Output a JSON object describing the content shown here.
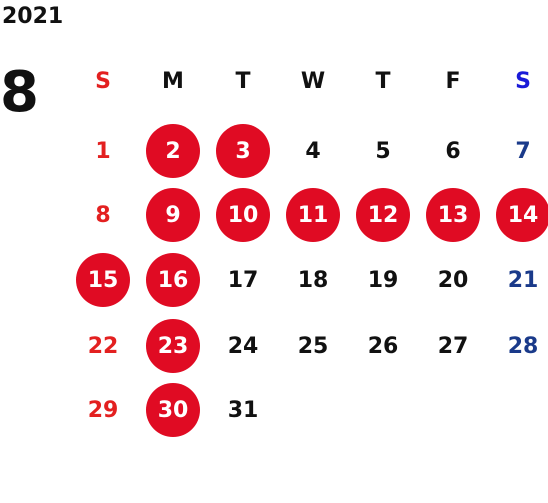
{
  "year": "2021",
  "month": "8",
  "weekdays": [
    {
      "label": "S",
      "color": "#e32020"
    },
    {
      "label": "M",
      "color": "#111111"
    },
    {
      "label": "T",
      "color": "#111111"
    },
    {
      "label": "W",
      "color": "#111111"
    },
    {
      "label": "T",
      "color": "#111111"
    },
    {
      "label": "F",
      "color": "#111111"
    },
    {
      "label": "S",
      "color": "#1a1ad8"
    }
  ],
  "colors": {
    "holiday_fill": "#e00b23",
    "sunday_text": "#e32020",
    "saturday_text": "#1a3a8a",
    "weekday_text": "#111111"
  },
  "weeks": [
    [
      {
        "day": "1",
        "highlighted": false
      },
      {
        "day": "2",
        "highlighted": true
      },
      {
        "day": "3",
        "highlighted": true
      },
      {
        "day": "4",
        "highlighted": false
      },
      {
        "day": "5",
        "highlighted": false
      },
      {
        "day": "6",
        "highlighted": false
      },
      {
        "day": "7",
        "highlighted": false
      }
    ],
    [
      {
        "day": "8",
        "highlighted": false
      },
      {
        "day": "9",
        "highlighted": true
      },
      {
        "day": "10",
        "highlighted": true
      },
      {
        "day": "11",
        "highlighted": true
      },
      {
        "day": "12",
        "highlighted": true
      },
      {
        "day": "13",
        "highlighted": true
      },
      {
        "day": "14",
        "highlighted": true
      }
    ],
    [
      {
        "day": "15",
        "highlighted": true
      },
      {
        "day": "16",
        "highlighted": true
      },
      {
        "day": "17",
        "highlighted": false
      },
      {
        "day": "18",
        "highlighted": false
      },
      {
        "day": "19",
        "highlighted": false
      },
      {
        "day": "20",
        "highlighted": false
      },
      {
        "day": "21",
        "highlighted": false
      }
    ],
    [
      {
        "day": "22",
        "highlighted": false
      },
      {
        "day": "23",
        "highlighted": true
      },
      {
        "day": "24",
        "highlighted": false
      },
      {
        "day": "25",
        "highlighted": false
      },
      {
        "day": "26",
        "highlighted": false
      },
      {
        "day": "27",
        "highlighted": false
      },
      {
        "day": "28",
        "highlighted": false
      }
    ],
    [
      {
        "day": "29",
        "highlighted": false
      },
      {
        "day": "30",
        "highlighted": true
      },
      {
        "day": "31",
        "highlighted": false
      }
    ]
  ]
}
